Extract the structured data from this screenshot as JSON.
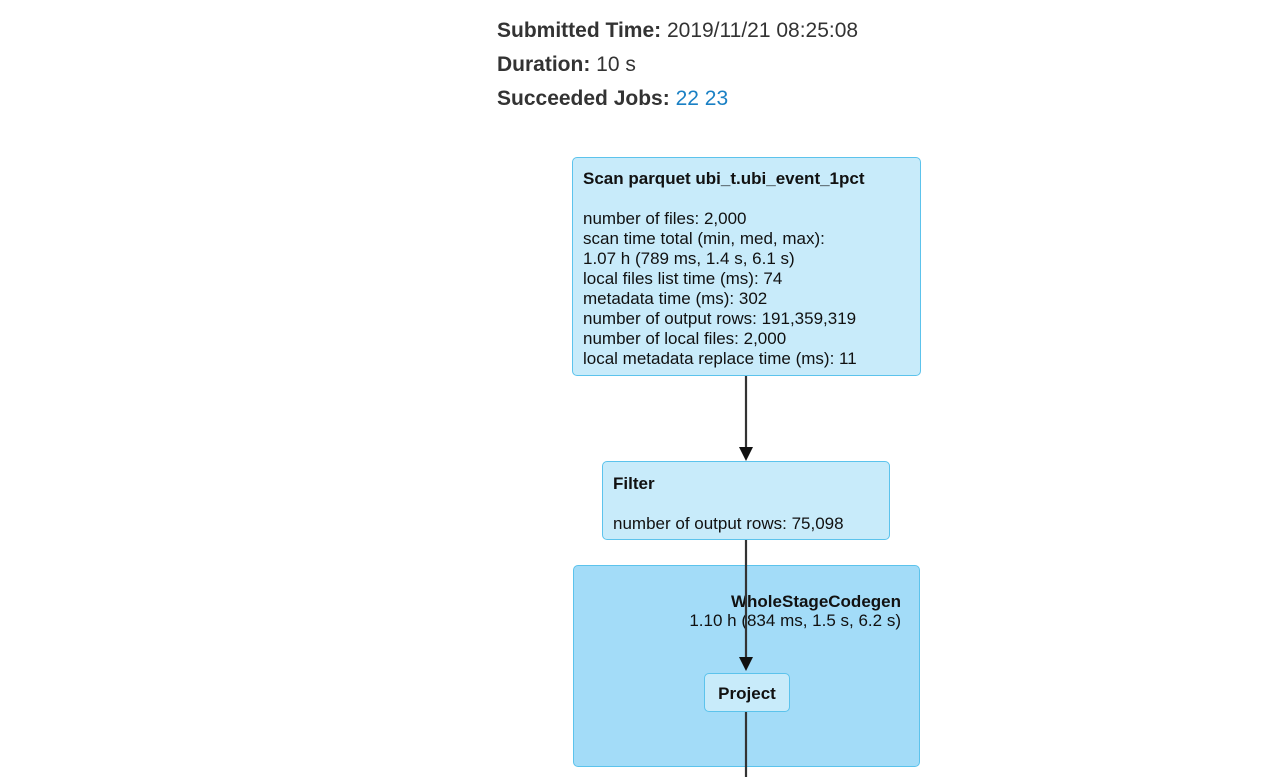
{
  "summary": {
    "submitted_label": "Submitted Time:",
    "submitted_value": "2019/11/21 08:25:08",
    "duration_label": "Duration:",
    "duration_value": "10 s",
    "succeeded_jobs_label": "Succeeded Jobs:",
    "succeeded_jobs": [
      "22",
      "23"
    ]
  },
  "plan": {
    "scan": {
      "title": "Scan parquet ubi_t.ubi_event_1pct",
      "metrics": [
        "number of files: 2,000",
        "scan time total (min, med, max):",
        "1.07 h (789 ms, 1.4 s, 6.1 s)",
        "local files list time (ms): 74",
        "metadata time (ms): 302",
        "number of output rows: 191,359,319",
        "number of local files: 2,000",
        "local metadata replace time (ms): 11"
      ]
    },
    "filter": {
      "title": "Filter",
      "metrics": [
        "number of output rows: 75,098"
      ]
    },
    "codegen": {
      "title": "WholeStageCodegen",
      "time": "1.10 h (834 ms, 1.5 s, 6.2 s)"
    },
    "project": {
      "title": "Project"
    }
  },
  "colors": {
    "node_fill": "#c8ebfa",
    "cluster_fill": "#a3dcf8",
    "node_border": "#5cc3ec",
    "link": "#1a80c4",
    "edge": "#333333"
  }
}
